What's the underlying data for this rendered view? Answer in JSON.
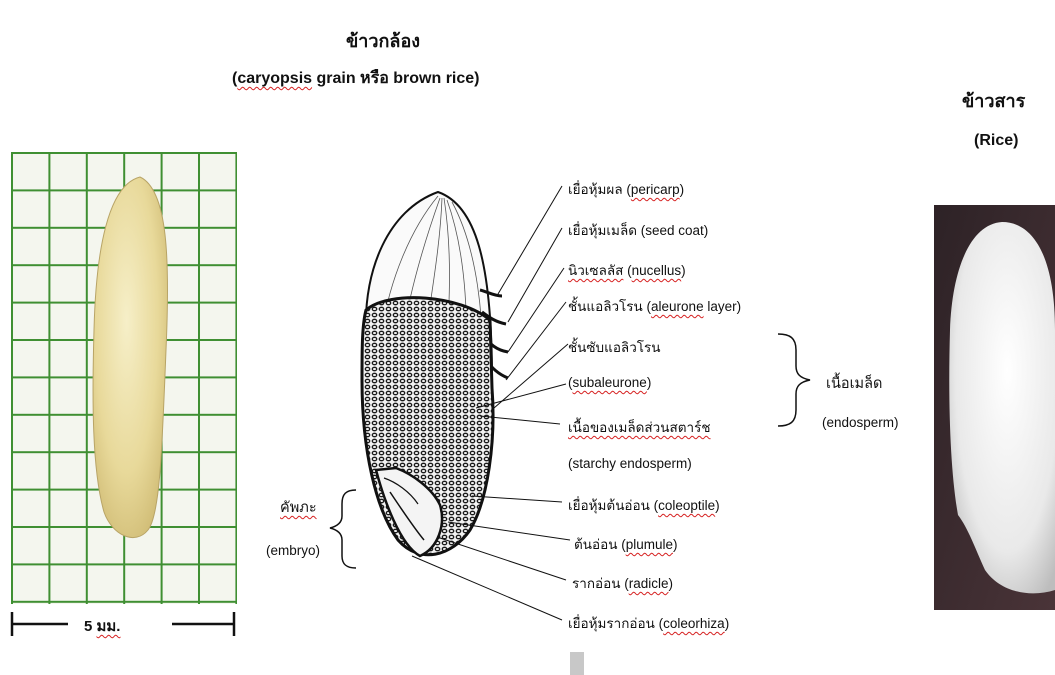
{
  "brown_rice": {
    "title": "ข้าวกล้อง",
    "subtitle_open": "(",
    "subtitle_sci": "caryopsis",
    "subtitle_rest": " grain หรือ brown rice)"
  },
  "white_rice": {
    "title": "ข้าวสาร",
    "subtitle": "(Rice)"
  },
  "scale_bar": {
    "value": "5 ",
    "unit": "มม."
  },
  "labels": {
    "pericarp_th": "เยื่อหุ้มผล (",
    "pericarp_en": "pericarp",
    "seed_coat": "เยื่อหุ้มเมล็ด (seed  coat)",
    "nucellus_th": "นิวเซลลัส",
    "nucellus_mid": " (",
    "nucellus_en": "nucellus",
    "aleurone_th": "ชั้นแอลิวโรน (",
    "aleurone_en": "aleurone",
    "aleurone_end": "  layer)",
    "subaleurone_th": "ชั้นซับแอลิวโรน",
    "subaleurone_en": "subaleurone",
    "starchy_th": "เนื้อของเมล็ดส่วนสตาร์ช",
    "starchy_en": "(starchy  endosperm)",
    "coleoptile_th": "เยื่อหุ้มต้นอ่อน (",
    "coleoptile_en": "coleoptile",
    "plumule_th": "ต้นอ่อน (",
    "plumule_en": "plumule",
    "radicle_th": "รากอ่อน (",
    "radicle_en": "radicle",
    "coleorhiza_th": "เยื่อหุ้มรากอ่อน (",
    "coleorhiza_en": "coleorhiza",
    "close": ")"
  },
  "groups": {
    "endosperm_th": "เนื้อเมล็ด",
    "endosperm_en": "(endosperm)",
    "embryo_th": "คัพภะ",
    "embryo_en": "(embryo)"
  },
  "colors": {
    "grid_green": "#3f8f32",
    "grain_yellow": "#e9dca2",
    "white_rice_bg": "#3a2a2e",
    "spellcheck_red": "#d62020"
  }
}
